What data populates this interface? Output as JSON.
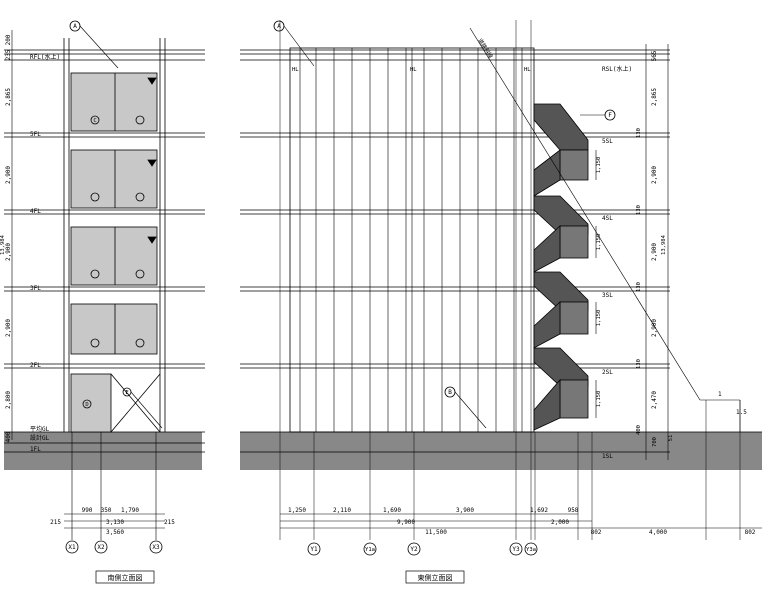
{
  "south": {
    "title": "南側立面図",
    "levels": [
      "RFL(水上)",
      "5FL",
      "4FL",
      "3FL",
      "2FL",
      "平均GL",
      "設計GL",
      "1FL"
    ],
    "left_dims": [
      "200",
      "235",
      "2,865",
      "2,900",
      "2,900",
      "2,900",
      "2,800",
      "400"
    ],
    "left_total": "13,984",
    "bottom_dims": [
      "990",
      "350",
      "1,790"
    ],
    "side_dims": [
      "215",
      "215"
    ],
    "total_row1": "3,130",
    "total_row2": "3,560",
    "grids": [
      "X1",
      "X2",
      "X3"
    ],
    "callouts": [
      "A",
      "C",
      "D",
      "E"
    ]
  },
  "east": {
    "title": "東側立面図",
    "levels": [
      "RSL(水上)",
      "5SL",
      "4SL",
      "3SL",
      "2SL",
      "1SL"
    ],
    "right_dims": [
      "565",
      "2,865",
      "130",
      "2,900",
      "130",
      "2,900",
      "130",
      "2,900",
      "130",
      "2,470",
      "400",
      "700",
      "51"
    ],
    "right_total": "13,984",
    "stair_dims": [
      "1,150",
      "1,150",
      "1,150",
      "1,150"
    ],
    "hl_labels": [
      "HL",
      "HL",
      "HL"
    ],
    "diag_label": "道路斜線",
    "slope_labels": [
      "1",
      "1.5"
    ],
    "bottom_dims": [
      "1,250",
      "2,110",
      "1,690",
      "3,900",
      "1,692",
      "958"
    ],
    "total_row1": "9,900",
    "total_row1b": "2,000",
    "total_row2": "11,500",
    "setback_dims": [
      "802",
      "4,000",
      "802"
    ],
    "grids": [
      "Y1",
      "Y1a",
      "Y2",
      "Y3",
      "Y3a"
    ],
    "callouts": [
      "A",
      "B",
      "F"
    ]
  }
}
